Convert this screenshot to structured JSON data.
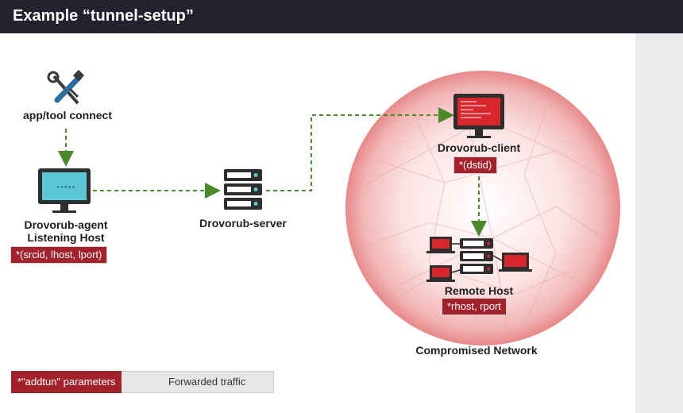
{
  "header": {
    "title": "Example “tunnel-setup”"
  },
  "nodes": {
    "app_tool": {
      "label": "app/tool connect"
    },
    "agent": {
      "label_line1": "Drovorub-agent",
      "label_line2": "Listening Host",
      "params": "*(srcid, lhost, lport)"
    },
    "server": {
      "label": "Drovorub-server"
    },
    "client": {
      "label": "Drovorub-client",
      "params": "*(dstid)"
    },
    "remote": {
      "label": "Remote Host",
      "params": "*rhost, rport"
    }
  },
  "network": {
    "label": "Compromised Network"
  },
  "legend": {
    "params_label": "*\"addtun\" parameters",
    "traffic_label": "Forwarded traffic"
  },
  "colors": {
    "header_bg": "#24222e",
    "tag_red": "#a3212b",
    "arrow_green": "#4a8a2a",
    "network_pink": "#e88b8b",
    "monitor_cyan": "#5bc8d8",
    "device_red": "#d8262c"
  },
  "icons": [
    "tools-icon",
    "monitor-icon",
    "server-icon",
    "terminal-monitor-icon",
    "server-stack-icon",
    "laptop-icon"
  ]
}
